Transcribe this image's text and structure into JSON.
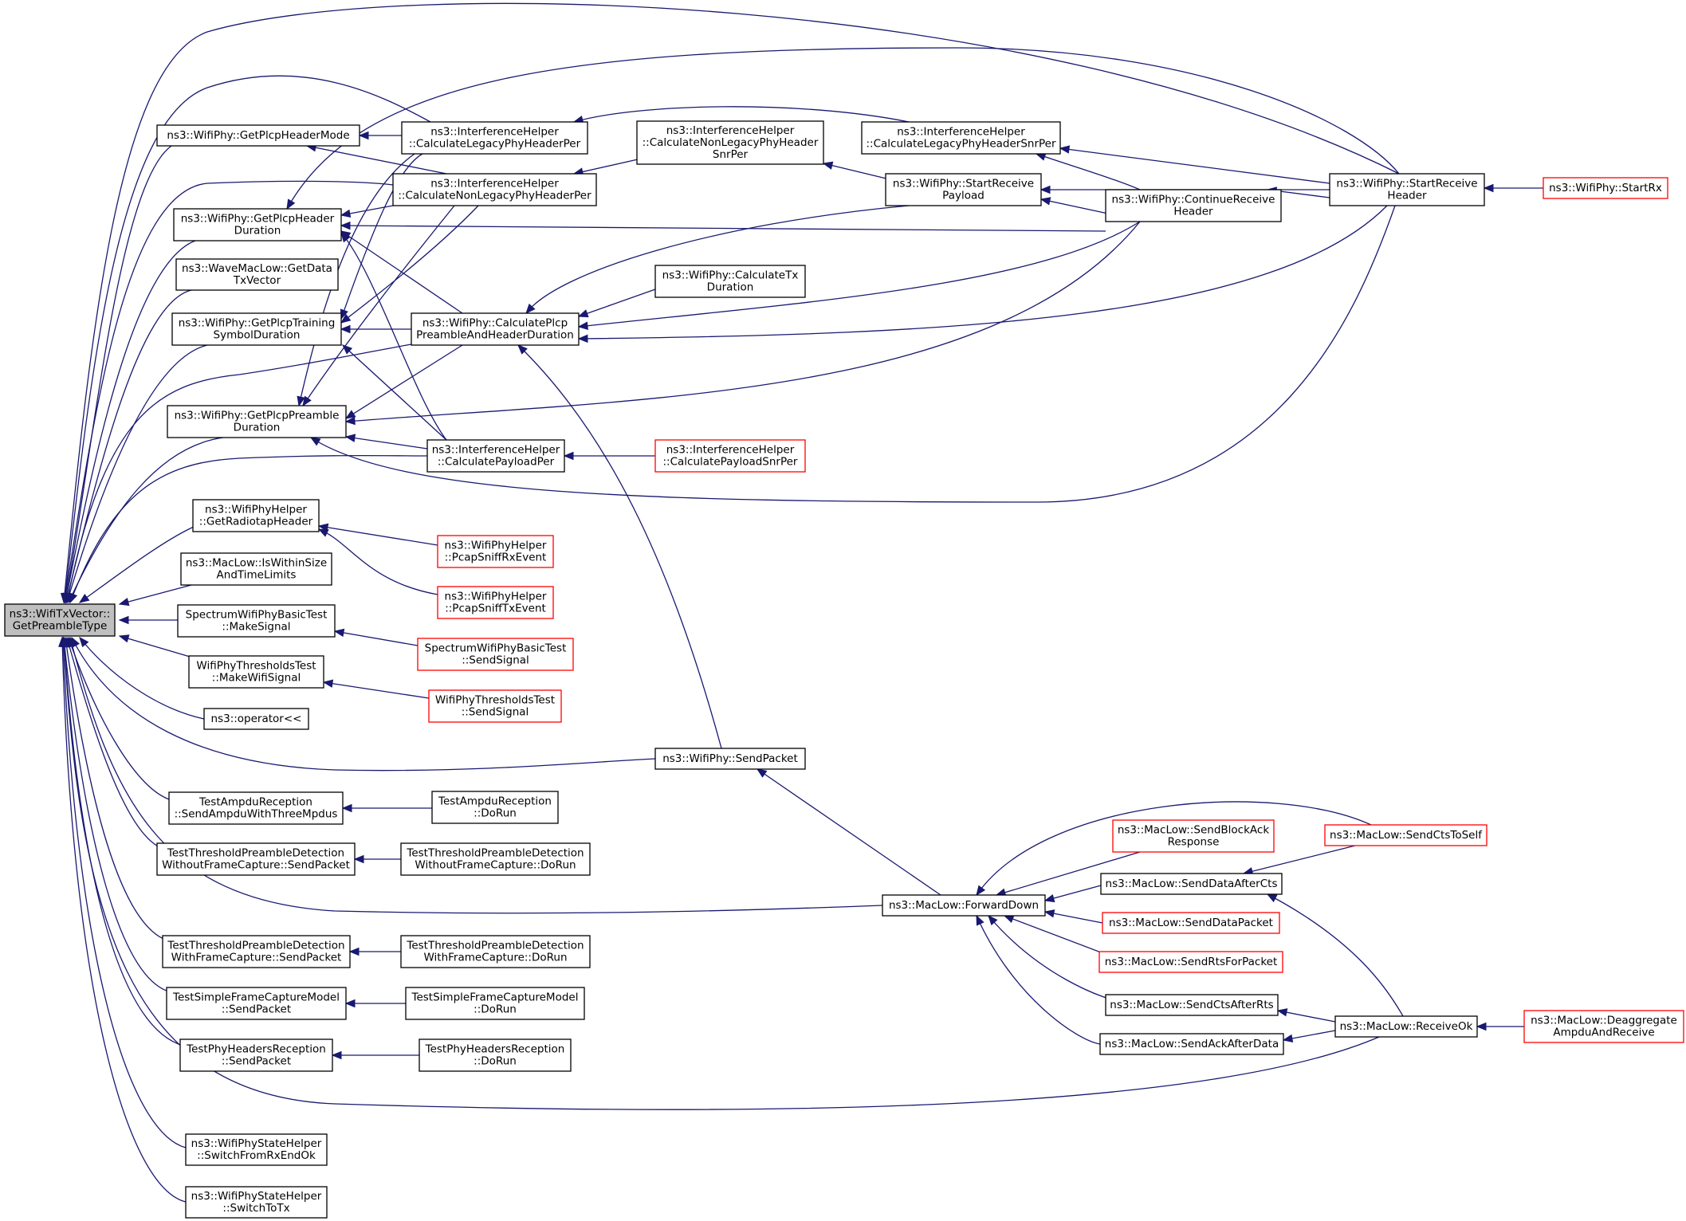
{
  "colors": {
    "edge": "#191970",
    "root_fill": "#bfbfbf",
    "node_border": "#000000",
    "truncated_border": "#ff0000"
  },
  "nodes": [
    {
      "id": "root",
      "lines": [
        "ns3::WifiTxVector::",
        "GetPreambleType"
      ],
      "style": "root"
    },
    {
      "id": "getPlcpHeaderMode",
      "lines": [
        "ns3::WifiPhy::GetPlcpHeaderMode"
      ]
    },
    {
      "id": "getPlcpHeaderDuration",
      "lines": [
        "ns3::WifiPhy::GetPlcpHeader",
        "Duration"
      ]
    },
    {
      "id": "waveGetDataTxVector",
      "lines": [
        "ns3::WaveMacLow::GetData",
        "TxVector"
      ]
    },
    {
      "id": "getPlcpTrainingSymbolDuration",
      "lines": [
        "ns3::WifiPhy::GetPlcpTraining",
        "SymbolDuration"
      ]
    },
    {
      "id": "getPlcpPreambleDuration",
      "lines": [
        "ns3::WifiPhy::GetPlcpPreamble",
        "Duration"
      ]
    },
    {
      "id": "getRadiotapHeader",
      "lines": [
        "ns3::WifiPhyHelper",
        "::GetRadiotapHeader"
      ]
    },
    {
      "id": "isWithinSize",
      "lines": [
        "ns3::MacLow::IsWithinSize",
        "AndTimeLimits"
      ]
    },
    {
      "id": "spectrumMakeSignal",
      "lines": [
        "SpectrumWifiPhyBasicTest",
        "::MakeSignal"
      ]
    },
    {
      "id": "thresholdsMakeWifiSignal",
      "lines": [
        "WifiPhyThresholdsTest",
        "::MakeWifiSignal"
      ]
    },
    {
      "id": "operatorShift",
      "lines": [
        "ns3::operator<<"
      ]
    },
    {
      "id": "sendAmpdu",
      "lines": [
        "TestAmpduReception",
        "::SendAmpduWithThreeMpdus"
      ]
    },
    {
      "id": "tpdWithoutSend",
      "lines": [
        "TestThresholdPreambleDetection",
        "WithoutFrameCapture::SendPacket"
      ]
    },
    {
      "id": "tpdWithSend",
      "lines": [
        "TestThresholdPreambleDetection",
        "WithFrameCapture::SendPacket"
      ]
    },
    {
      "id": "simpleCaptureSend",
      "lines": [
        "TestSimpleFrameCaptureModel",
        "::SendPacket"
      ]
    },
    {
      "id": "phyHeadersSend",
      "lines": [
        "TestPhyHeadersReception",
        "::SendPacket"
      ]
    },
    {
      "id": "switchFromRxEndOk",
      "lines": [
        "ns3::WifiPhyStateHelper",
        "::SwitchFromRxEndOk"
      ]
    },
    {
      "id": "switchToTx",
      "lines": [
        "ns3::WifiPhyStateHelper",
        "::SwitchToTx"
      ]
    },
    {
      "id": "calcLegacyPer",
      "lines": [
        "ns3::InterferenceHelper",
        "::CalculateLegacyPhyHeaderPer"
      ]
    },
    {
      "id": "calcNonLegacyPer",
      "lines": [
        "ns3::InterferenceHelper",
        "::CalculateNonLegacyPhyHeaderPer"
      ]
    },
    {
      "id": "calcPlcpPreambleAndHeader",
      "lines": [
        "ns3::WifiPhy::CalculatePlcp",
        "PreambleAndHeaderDuration"
      ]
    },
    {
      "id": "calcPayloadPer",
      "lines": [
        "ns3::InterferenceHelper",
        "::CalculatePayloadPer"
      ]
    },
    {
      "id": "pcapRx",
      "lines": [
        "ns3::WifiPhyHelper",
        "::PcapSniffRxEvent"
      ],
      "style": "red"
    },
    {
      "id": "pcapTx",
      "lines": [
        "ns3::WifiPhyHelper",
        "::PcapSniffTxEvent"
      ],
      "style": "red"
    },
    {
      "id": "spectrumSendSignal",
      "lines": [
        "SpectrumWifiPhyBasicTest",
        "::SendSignal"
      ],
      "style": "red"
    },
    {
      "id": "thresholdsSendSignal",
      "lines": [
        "WifiPhyThresholdsTest",
        "::SendSignal"
      ],
      "style": "red"
    },
    {
      "id": "ampduDoRun",
      "lines": [
        "TestAmpduReception",
        "::DoRun"
      ]
    },
    {
      "id": "tpdWithoutDoRun",
      "lines": [
        "TestThresholdPreambleDetection",
        "WithoutFrameCapture::DoRun"
      ]
    },
    {
      "id": "tpdWithDoRun",
      "lines": [
        "TestThresholdPreambleDetection",
        "WithFrameCapture::DoRun"
      ]
    },
    {
      "id": "simpleCaptureDoRun",
      "lines": [
        "TestSimpleFrameCaptureModel",
        "::DoRun"
      ]
    },
    {
      "id": "phyHeadersDoRun",
      "lines": [
        "TestPhyHeadersReception",
        "::DoRun"
      ]
    },
    {
      "id": "calcNonLegacySnrPer",
      "lines": [
        "ns3::InterferenceHelper",
        "::CalculateNonLegacyPhyHeader",
        "SnrPer"
      ]
    },
    {
      "id": "calcTxDuration",
      "lines": [
        "ns3::WifiPhy::CalculateTx",
        "Duration"
      ]
    },
    {
      "id": "calcPayloadSnrPer",
      "lines": [
        "ns3::InterferenceHelper",
        "::CalculatePayloadSnrPer"
      ],
      "style": "red"
    },
    {
      "id": "sendPacket",
      "lines": [
        "ns3::WifiPhy::SendPacket"
      ]
    },
    {
      "id": "calcLegacySnrPer",
      "lines": [
        "ns3::InterferenceHelper",
        "::CalculateLegacyPhyHeaderSnrPer"
      ]
    },
    {
      "id": "startReceivePayload",
      "lines": [
        "ns3::WifiPhy::StartReceive",
        "Payload"
      ]
    },
    {
      "id": "continueReceiveHeader",
      "lines": [
        "ns3::WifiPhy::ContinueReceive",
        "Header"
      ]
    },
    {
      "id": "startReceiveHeader",
      "lines": [
        "ns3::WifiPhy::StartReceive",
        "Header"
      ]
    },
    {
      "id": "startRx",
      "lines": [
        "ns3::WifiPhy::StartRx"
      ],
      "style": "red"
    },
    {
      "id": "forwardDown",
      "lines": [
        "ns3::MacLow::ForwardDown"
      ]
    },
    {
      "id": "sendBlockAckResponse",
      "lines": [
        "ns3::MacLow::SendBlockAck",
        "Response"
      ],
      "style": "red"
    },
    {
      "id": "sendDataAfterCts",
      "lines": [
        "ns3::MacLow::SendDataAfterCts"
      ]
    },
    {
      "id": "sendDataPacket",
      "lines": [
        "ns3::MacLow::SendDataPacket"
      ],
      "style": "red"
    },
    {
      "id": "sendRtsForPacket",
      "lines": [
        "ns3::MacLow::SendRtsForPacket"
      ],
      "style": "red"
    },
    {
      "id": "sendCtsAfterRts",
      "lines": [
        "ns3::MacLow::SendCtsAfterRts"
      ]
    },
    {
      "id": "sendAckAfterData",
      "lines": [
        "ns3::MacLow::SendAckAfterData"
      ]
    },
    {
      "id": "sendCtsToSelf",
      "lines": [
        "ns3::MacLow::SendCtsToSelf"
      ],
      "style": "red"
    },
    {
      "id": "receiveOk",
      "lines": [
        "ns3::MacLow::ReceiveOk"
      ]
    },
    {
      "id": "deaggregate",
      "lines": [
        "ns3::MacLow::Deaggregate",
        "AmpduAndReceive"
      ],
      "style": "red"
    }
  ],
  "edges": [
    [
      "root",
      "getPlcpHeaderMode"
    ],
    [
      "root",
      "getPlcpHeaderDuration"
    ],
    [
      "root",
      "waveGetDataTxVector"
    ],
    [
      "root",
      "getPlcpTrainingSymbolDuration"
    ],
    [
      "root",
      "getPlcpPreambleDuration"
    ],
    [
      "root",
      "getRadiotapHeader"
    ],
    [
      "root",
      "isWithinSize"
    ],
    [
      "root",
      "spectrumMakeSignal"
    ],
    [
      "root",
      "thresholdsMakeWifiSignal"
    ],
    [
      "root",
      "operatorShift"
    ],
    [
      "root",
      "sendAmpdu"
    ],
    [
      "root",
      "tpdWithoutSend"
    ],
    [
      "root",
      "tpdWithSend"
    ],
    [
      "root",
      "simpleCaptureSend"
    ],
    [
      "root",
      "phyHeadersSend"
    ],
    [
      "root",
      "switchFromRxEndOk"
    ],
    [
      "root",
      "switchToTx"
    ],
    [
      "root",
      "startReceiveHeader"
    ],
    [
      "root",
      "calcLegacyPer"
    ],
    [
      "root",
      "calcNonLegacyPer"
    ],
    [
      "root",
      "calcPlcpPreambleAndHeader"
    ],
    [
      "root",
      "calcPayloadPer"
    ],
    [
      "root",
      "sendPacket"
    ],
    [
      "root",
      "forwardDown"
    ],
    [
      "root",
      "receiveOk"
    ],
    [
      "getPlcpHeaderMode",
      "calcLegacyPer"
    ],
    [
      "getPlcpHeaderMode",
      "calcNonLegacyPer"
    ],
    [
      "getPlcpHeaderDuration",
      "calcNonLegacyPer"
    ],
    [
      "getPlcpHeaderDuration",
      "calcPlcpPreambleAndHeader"
    ],
    [
      "getPlcpHeaderDuration",
      "continueReceiveHeader"
    ],
    [
      "getPlcpHeaderDuration",
      "startReceiveHeader"
    ],
    [
      "getPlcpHeaderDuration",
      "calcPayloadPer"
    ],
    [
      "getPlcpTrainingSymbolDuration",
      "calcPlcpPreambleAndHeader"
    ],
    [
      "getPlcpTrainingSymbolDuration",
      "calcLegacyPer"
    ],
    [
      "getPlcpTrainingSymbolDuration",
      "calcNonLegacyPer"
    ],
    [
      "getPlcpTrainingSymbolDuration",
      "calcPayloadPer"
    ],
    [
      "getPlcpPreambleDuration",
      "calcPlcpPreambleAndHeader"
    ],
    [
      "getPlcpPreambleDuration",
      "calcPayloadPer"
    ],
    [
      "getPlcpPreambleDuration",
      "continueReceiveHeader"
    ],
    [
      "getPlcpPreambleDuration",
      "calcLegacyPer"
    ],
    [
      "getPlcpPreambleDuration",
      "calcNonLegacyPer"
    ],
    [
      "getPlcpPreambleDuration",
      "startReceiveHeader"
    ],
    [
      "getRadiotapHeader",
      "pcapRx"
    ],
    [
      "getRadiotapHeader",
      "pcapTx"
    ],
    [
      "spectrumMakeSignal",
      "spectrumSendSignal"
    ],
    [
      "thresholdsMakeWifiSignal",
      "thresholdsSendSignal"
    ],
    [
      "sendAmpdu",
      "ampduDoRun"
    ],
    [
      "tpdWithoutSend",
      "tpdWithoutDoRun"
    ],
    [
      "tpdWithSend",
      "tpdWithDoRun"
    ],
    [
      "simpleCaptureSend",
      "simpleCaptureDoRun"
    ],
    [
      "phyHeadersSend",
      "phyHeadersDoRun"
    ],
    [
      "calcLegacyPer",
      "calcLegacySnrPer"
    ],
    [
      "calcNonLegacyPer",
      "calcNonLegacySnrPer"
    ],
    [
      "calcPlcpPreambleAndHeader",
      "calcTxDuration"
    ],
    [
      "calcPlcpPreambleAndHeader",
      "startReceivePayload"
    ],
    [
      "calcPlcpPreambleAndHeader",
      "continueReceiveHeader"
    ],
    [
      "calcPlcpPreambleAndHeader",
      "startReceiveHeader"
    ],
    [
      "calcPlcpPreambleAndHeader",
      "sendPacket"
    ],
    [
      "calcPayloadPer",
      "calcPayloadSnrPer"
    ],
    [
      "calcNonLegacySnrPer",
      "startReceivePayload"
    ],
    [
      "calcLegacySnrPer",
      "startReceiveHeader"
    ],
    [
      "calcLegacySnrPer",
      "continueReceiveHeader"
    ],
    [
      "startReceivePayload",
      "continueReceiveHeader"
    ],
    [
      "startReceivePayload",
      "startReceiveHeader"
    ],
    [
      "continueReceiveHeader",
      "startReceiveHeader"
    ],
    [
      "startReceiveHeader",
      "startRx"
    ],
    [
      "sendPacket",
      "forwardDown"
    ],
    [
      "forwardDown",
      "sendCtsToSelf"
    ],
    [
      "forwardDown",
      "sendBlockAckResponse"
    ],
    [
      "forwardDown",
      "sendDataAfterCts"
    ],
    [
      "forwardDown",
      "sendDataPacket"
    ],
    [
      "forwardDown",
      "sendRtsForPacket"
    ],
    [
      "forwardDown",
      "sendCtsAfterRts"
    ],
    [
      "forwardDown",
      "sendAckAfterData"
    ],
    [
      "sendDataAfterCts",
      "sendCtsToSelf"
    ],
    [
      "sendDataAfterCts",
      "receiveOk"
    ],
    [
      "sendCtsAfterRts",
      "receiveOk"
    ],
    [
      "sendAckAfterData",
      "receiveOk"
    ],
    [
      "receiveOk",
      "deaggregate"
    ]
  ]
}
